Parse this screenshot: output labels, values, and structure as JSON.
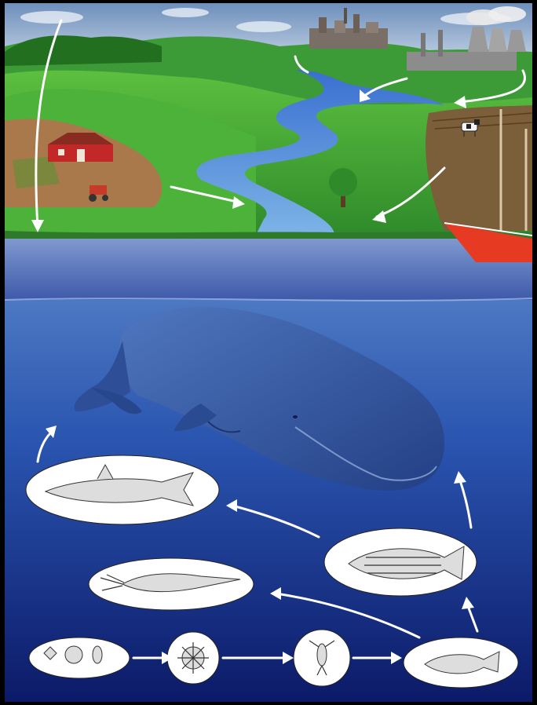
{
  "scene": {
    "sky_color": "#9fb9d6",
    "land_color": "#3fa63a",
    "water_color": "#2f63b8",
    "deep_water_color": "#0d1d6e",
    "whale_color": "#3b5fa8",
    "boat_hull_color": "#e63a22",
    "barn_color": "#c22828",
    "arrow_color": "#ffffff"
  },
  "land_features": [
    {
      "name": "industrial-plant",
      "icon": "factory-icon"
    },
    {
      "name": "power-plant",
      "icon": "cooling-tower-icon"
    },
    {
      "name": "farm-barn",
      "icon": "barn-icon"
    },
    {
      "name": "tractor",
      "icon": "tractor-icon"
    },
    {
      "name": "river",
      "icon": "river-icon"
    },
    {
      "name": "cow",
      "icon": "cow-icon"
    },
    {
      "name": "sailboat",
      "icon": "sailboat-icon"
    },
    {
      "name": "tree",
      "icon": "tree-icon"
    }
  ],
  "food_web": [
    {
      "id": "phytoplankton",
      "icon": "phytoplankton-icon"
    },
    {
      "id": "zooplankton-radiolarian",
      "icon": "radiolarian-icon"
    },
    {
      "id": "copepod",
      "icon": "copepod-icon"
    },
    {
      "id": "small-fish",
      "icon": "small-fish-icon"
    },
    {
      "id": "striped-bass",
      "icon": "striped-bass-icon"
    },
    {
      "id": "squid",
      "icon": "squid-icon"
    },
    {
      "id": "shark",
      "icon": "shark-icon"
    },
    {
      "id": "sperm-whale",
      "icon": "sperm-whale-icon"
    }
  ]
}
